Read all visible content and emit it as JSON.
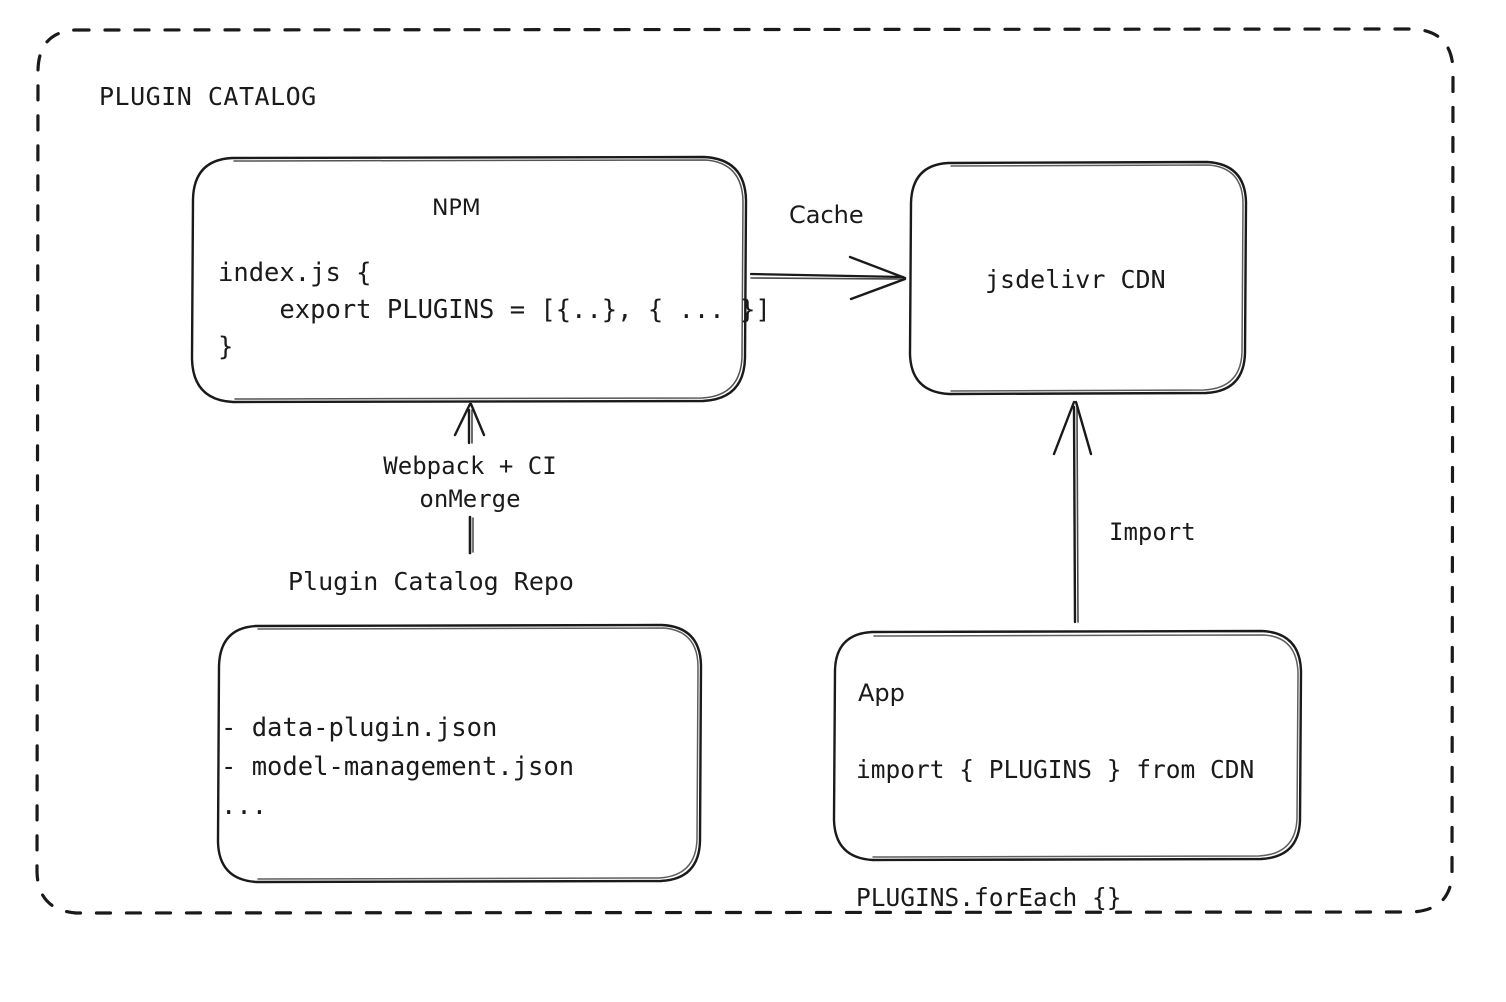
{
  "diagram": {
    "group": {
      "title": "PLUGIN CATALOG",
      "border_style": "dashed-rounded",
      "border_color": "#1a1a1a"
    },
    "nodes": {
      "npm": {
        "title": "NPM",
        "code": "index.js {\n    export PLUGINS = [{..}, { ... }]\n}"
      },
      "cdn": {
        "title": "jsdelivr CDN"
      },
      "repo": {
        "caption": "Plugin Catalog Repo",
        "files": "- data-plugin.json\n- model-management.json\n..."
      },
      "app": {
        "title": "App",
        "code": "import { PLUGINS } from CDN\n\nPLUGINS.forEach {}"
      }
    },
    "edges": {
      "npm_to_cdn": {
        "label": "Cache",
        "direction": "right"
      },
      "repo_to_npm": {
        "label": "Webpack + CI\nonMerge",
        "direction": "up"
      },
      "app_to_cdn": {
        "label": "Import",
        "direction": "up"
      }
    },
    "colors": {
      "stroke": "#1a1a1a",
      "background": "#ffffff"
    }
  }
}
